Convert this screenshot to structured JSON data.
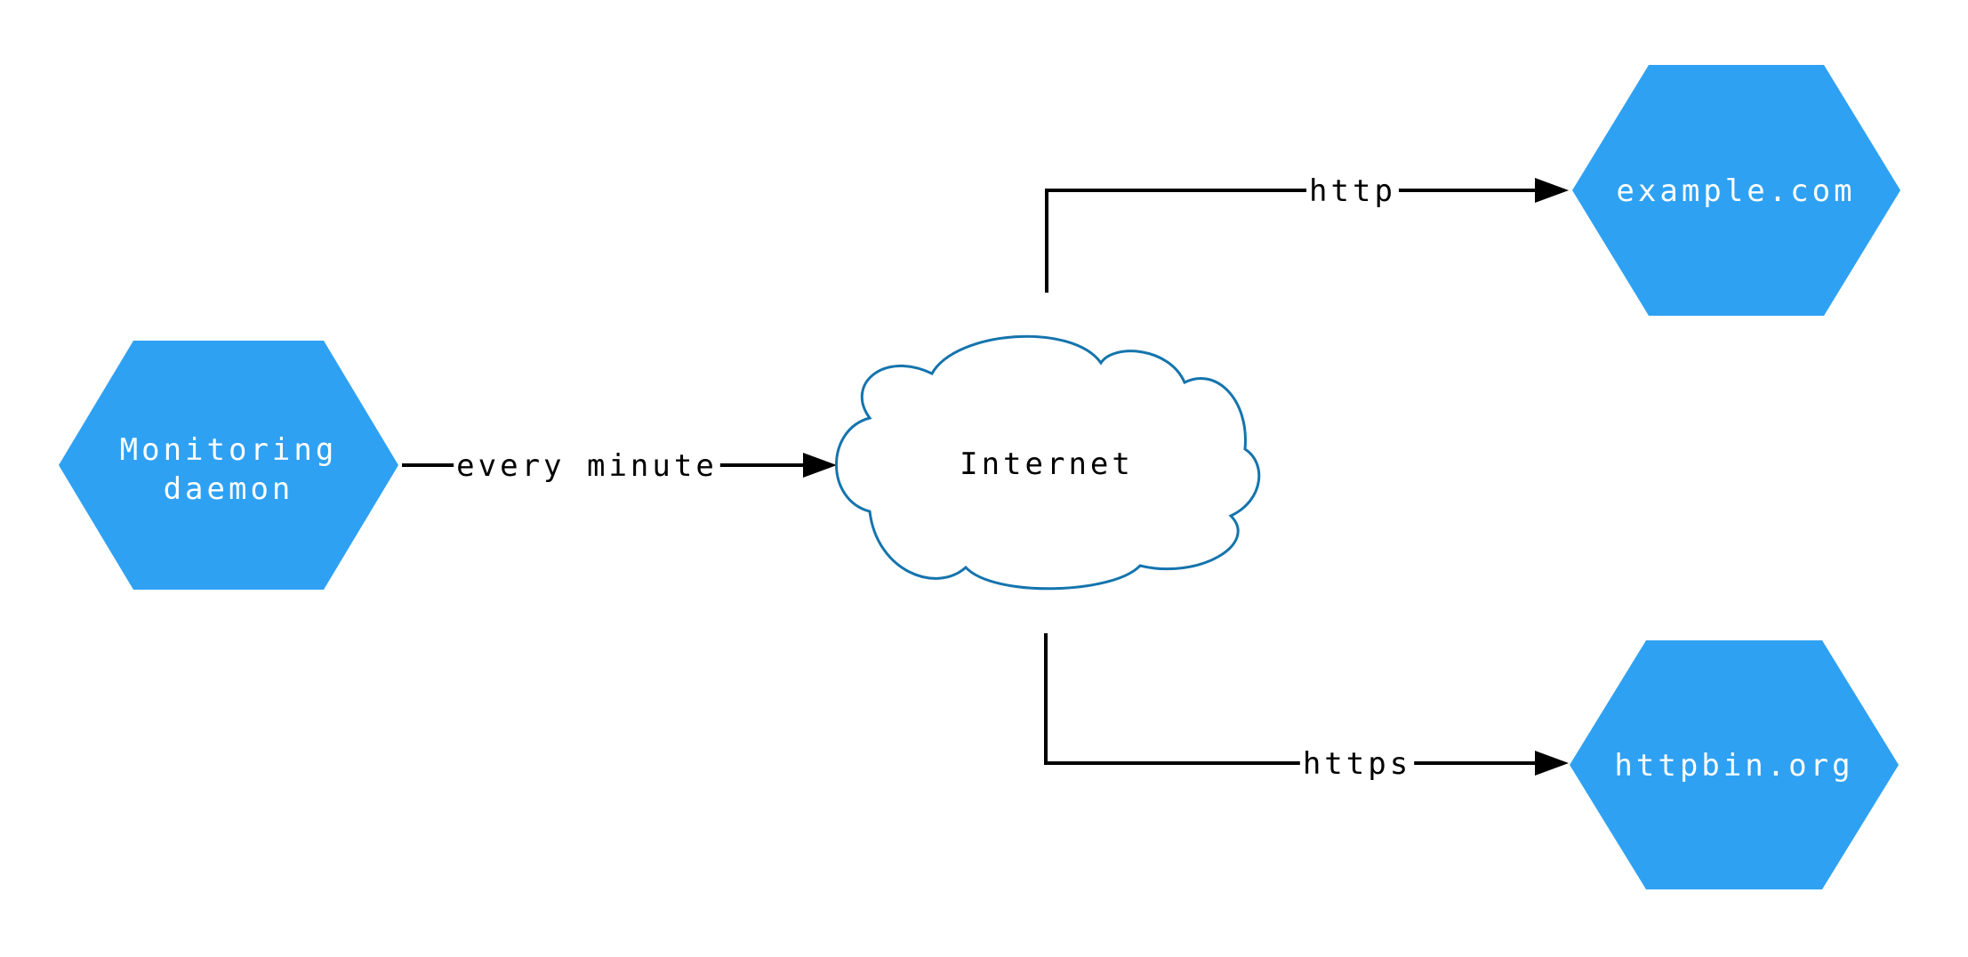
{
  "diagram": {
    "background_color": "#ffffff",
    "edge_color": "#000000",
    "edge_label_background": "#ffffff",
    "nodes": {
      "monitoring_daemon": {
        "label": "Monitoring daemon",
        "label_line1": "Monitoring",
        "label_line2": "daemon",
        "shape": "hexagon",
        "fill_color": "#2fa1f3",
        "text_color": "#ffffff"
      },
      "internet": {
        "label": "Internet",
        "shape": "cloud",
        "fill_color": "#ffffff",
        "stroke_color": "#1474ad",
        "text_color": "#000000"
      },
      "example_com": {
        "label": "example.com",
        "shape": "hexagon",
        "fill_color": "#2fa1f3",
        "text_color": "#ffffff"
      },
      "httpbin_org": {
        "label": "httpbin.org",
        "shape": "hexagon",
        "fill_color": "#2fa1f3",
        "text_color": "#ffffff"
      }
    },
    "edges": [
      {
        "id": "every-minute",
        "label": "every minute",
        "from": "monitoring_daemon",
        "to": "internet"
      },
      {
        "id": "http",
        "label": "http",
        "from": "internet",
        "to": "example_com"
      },
      {
        "id": "https",
        "label": "https",
        "from": "internet",
        "to": "httpbin_org"
      }
    ]
  }
}
